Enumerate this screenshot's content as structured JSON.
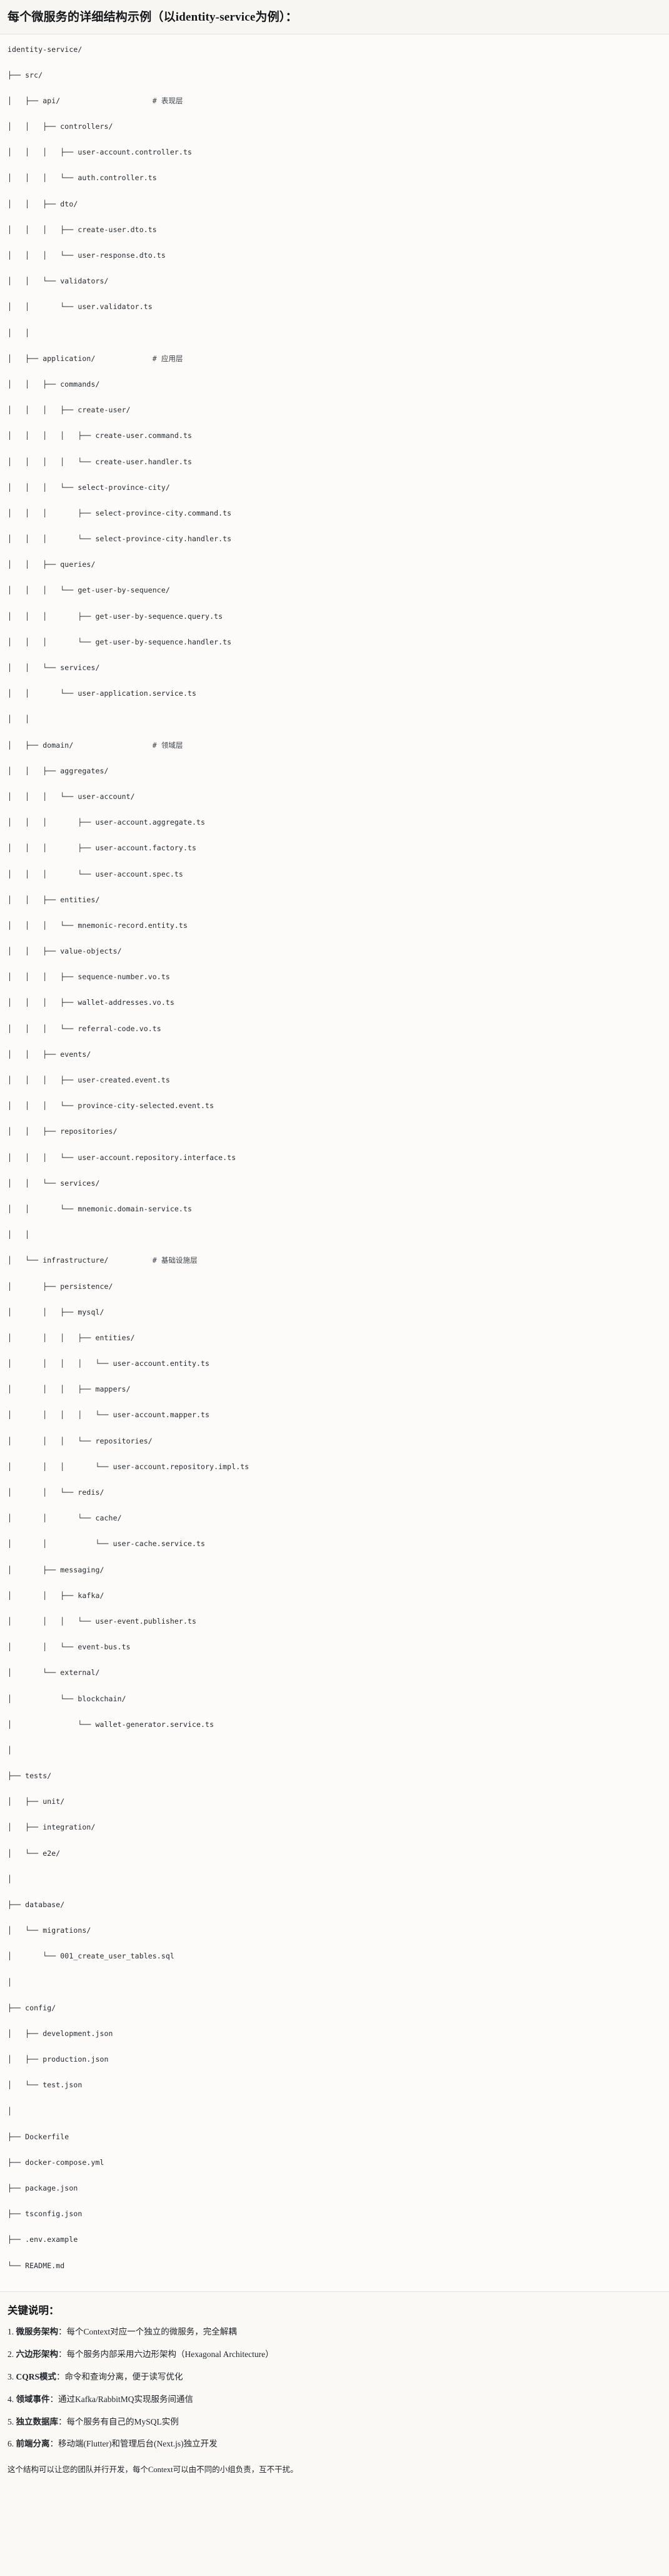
{
  "header": {
    "title": "每个微服务的详细结构示例（以identity-service为例）："
  },
  "tree": {
    "root": "identity-service/",
    "comment_column": 33,
    "lines": [
      {
        "path": "identity-service/",
        "comment": ""
      },
      {
        "path": "├── src/",
        "comment": ""
      },
      {
        "path": "│   ├── api/",
        "comment": "# 表现层"
      },
      {
        "path": "│   │   ├── controllers/",
        "comment": ""
      },
      {
        "path": "│   │   │   ├── user-account.controller.ts",
        "comment": ""
      },
      {
        "path": "│   │   │   └── auth.controller.ts",
        "comment": ""
      },
      {
        "path": "│   │   ├── dto/",
        "comment": ""
      },
      {
        "path": "│   │   │   ├── create-user.dto.ts",
        "comment": ""
      },
      {
        "path": "│   │   │   └── user-response.dto.ts",
        "comment": ""
      },
      {
        "path": "│   │   └── validators/",
        "comment": ""
      },
      {
        "path": "│   │       └── user.validator.ts",
        "comment": ""
      },
      {
        "path": "│   │",
        "comment": ""
      },
      {
        "path": "│   ├── application/",
        "comment": "# 应用层"
      },
      {
        "path": "│   │   ├── commands/",
        "comment": ""
      },
      {
        "path": "│   │   │   ├── create-user/",
        "comment": ""
      },
      {
        "path": "│   │   │   │   ├── create-user.command.ts",
        "comment": ""
      },
      {
        "path": "│   │   │   │   └── create-user.handler.ts",
        "comment": ""
      },
      {
        "path": "│   │   │   └── select-province-city/",
        "comment": ""
      },
      {
        "path": "│   │   │       ├── select-province-city.command.ts",
        "comment": ""
      },
      {
        "path": "│   │   │       └── select-province-city.handler.ts",
        "comment": ""
      },
      {
        "path": "│   │   ├── queries/",
        "comment": ""
      },
      {
        "path": "│   │   │   └── get-user-by-sequence/",
        "comment": ""
      },
      {
        "path": "│   │   │       ├── get-user-by-sequence.query.ts",
        "comment": ""
      },
      {
        "path": "│   │   │       └── get-user-by-sequence.handler.ts",
        "comment": ""
      },
      {
        "path": "│   │   └── services/",
        "comment": ""
      },
      {
        "path": "│   │       └── user-application.service.ts",
        "comment": ""
      },
      {
        "path": "│   │",
        "comment": ""
      },
      {
        "path": "│   ├── domain/",
        "comment": "# 领域层"
      },
      {
        "path": "│   │   ├── aggregates/",
        "comment": ""
      },
      {
        "path": "│   │   │   └── user-account/",
        "comment": ""
      },
      {
        "path": "│   │   │       ├── user-account.aggregate.ts",
        "comment": ""
      },
      {
        "path": "│   │   │       ├── user-account.factory.ts",
        "comment": ""
      },
      {
        "path": "│   │   │       └── user-account.spec.ts",
        "comment": ""
      },
      {
        "path": "│   │   ├── entities/",
        "comment": ""
      },
      {
        "path": "│   │   │   └── mnemonic-record.entity.ts",
        "comment": ""
      },
      {
        "path": "│   │   ├── value-objects/",
        "comment": ""
      },
      {
        "path": "│   │   │   ├── sequence-number.vo.ts",
        "comment": ""
      },
      {
        "path": "│   │   │   ├── wallet-addresses.vo.ts",
        "comment": ""
      },
      {
        "path": "│   │   │   └── referral-code.vo.ts",
        "comment": ""
      },
      {
        "path": "│   │   ├── events/",
        "comment": ""
      },
      {
        "path": "│   │   │   ├── user-created.event.ts",
        "comment": ""
      },
      {
        "path": "│   │   │   └── province-city-selected.event.ts",
        "comment": ""
      },
      {
        "path": "│   │   ├── repositories/",
        "comment": ""
      },
      {
        "path": "│   │   │   └── user-account.repository.interface.ts",
        "comment": ""
      },
      {
        "path": "│   │   └── services/",
        "comment": ""
      },
      {
        "path": "│   │       └── mnemonic.domain-service.ts",
        "comment": ""
      },
      {
        "path": "│   │",
        "comment": ""
      },
      {
        "path": "│   └── infrastructure/",
        "comment": "# 基础设施层"
      },
      {
        "path": "│       ├── persistence/",
        "comment": ""
      },
      {
        "path": "│       │   ├── mysql/",
        "comment": ""
      },
      {
        "path": "│       │   │   ├── entities/",
        "comment": ""
      },
      {
        "path": "│       │   │   │   └── user-account.entity.ts",
        "comment": ""
      },
      {
        "path": "│       │   │   ├── mappers/",
        "comment": ""
      },
      {
        "path": "│       │   │   │   └── user-account.mapper.ts",
        "comment": ""
      },
      {
        "path": "│       │   │   └── repositories/",
        "comment": ""
      },
      {
        "path": "│       │   │       └── user-account.repository.impl.ts",
        "comment": ""
      },
      {
        "path": "│       │   └── redis/",
        "comment": ""
      },
      {
        "path": "│       │       └── cache/",
        "comment": ""
      },
      {
        "path": "│       │           └── user-cache.service.ts",
        "comment": ""
      },
      {
        "path": "│       ├── messaging/",
        "comment": ""
      },
      {
        "path": "│       │   ├── kafka/",
        "comment": ""
      },
      {
        "path": "│       │   │   └── user-event.publisher.ts",
        "comment": ""
      },
      {
        "path": "│       │   └── event-bus.ts",
        "comment": ""
      },
      {
        "path": "│       └── external/",
        "comment": ""
      },
      {
        "path": "│           └── blockchain/",
        "comment": ""
      },
      {
        "path": "│               └── wallet-generator.service.ts",
        "comment": ""
      },
      {
        "path": "│",
        "comment": ""
      },
      {
        "path": "├── tests/",
        "comment": ""
      },
      {
        "path": "│   ├── unit/",
        "comment": ""
      },
      {
        "path": "│   ├── integration/",
        "comment": ""
      },
      {
        "path": "│   └── e2e/",
        "comment": ""
      },
      {
        "path": "│",
        "comment": ""
      },
      {
        "path": "├── database/",
        "comment": ""
      },
      {
        "path": "│   └── migrations/",
        "comment": ""
      },
      {
        "path": "│       └── 001_create_user_tables.sql",
        "comment": ""
      },
      {
        "path": "│",
        "comment": ""
      },
      {
        "path": "├── config/",
        "comment": ""
      },
      {
        "path": "│   ├── development.json",
        "comment": ""
      },
      {
        "path": "│   ├── production.json",
        "comment": ""
      },
      {
        "path": "│   └── test.json",
        "comment": ""
      },
      {
        "path": "│",
        "comment": ""
      },
      {
        "path": "├── Dockerfile",
        "comment": ""
      },
      {
        "path": "├── docker-compose.yml",
        "comment": ""
      },
      {
        "path": "├── package.json",
        "comment": ""
      },
      {
        "path": "├── tsconfig.json",
        "comment": ""
      },
      {
        "path": "├── .env.example",
        "comment": ""
      },
      {
        "path": "└── README.md",
        "comment": ""
      }
    ]
  },
  "notes": {
    "title": "关键说明：",
    "items": [
      {
        "num": "1.",
        "label": "微服务架构",
        "sep": "：",
        "text": "每个Context对应一个独立的微服务，完全解耦"
      },
      {
        "num": "2.",
        "label": "六边形架构",
        "sep": "：",
        "text": "每个服务内部采用六边形架构（Hexagonal Architecture）"
      },
      {
        "num": "3.",
        "label": "CQRS模式",
        "sep": "：",
        "text": "命令和查询分离，便于读写优化"
      },
      {
        "num": "4.",
        "label": "领域事件",
        "sep": "：",
        "text": "通过Kafka/RabbitMQ实现服务间通信"
      },
      {
        "num": "5.",
        "label": "独立数据库",
        "sep": "：",
        "text": "每个服务有自己的MySQL实例"
      },
      {
        "num": "6.",
        "label": "前端分离",
        "sep": "：",
        "text": "移动端(Flutter)和管理后台(Next.js)独立开发"
      }
    ],
    "closing": "这个结构可以让您的团队并行开发，每个Context可以由不同的小组负责，互不干扰。"
  },
  "colors": {
    "page_bg": "#faf9f6",
    "header_bg": "#f7f6f2",
    "code_bg": "#fcfbf9",
    "border": "#e3e1dc",
    "text": "#1f2328",
    "comment": "#3c4048"
  }
}
